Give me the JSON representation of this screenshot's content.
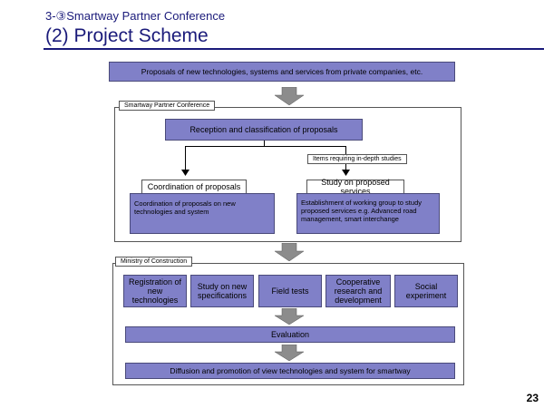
{
  "header": {
    "subtitle": "3-③Smartway Partner Conference",
    "title": "(2) Project Scheme"
  },
  "top_box": "Proposals of new technologies, systems and services from private companies, etc.",
  "conference": {
    "label": "Smartway Partner Conference",
    "reception": "Reception and classification of proposals",
    "branch_label": "Items requiring in-depth studies",
    "coordination_title": "Coordination of proposals",
    "coordination_desc": "Coordination of proposals on new technologies and system",
    "study_title": "Study on proposed services",
    "study_desc": "Establishment of working group to study proposed services e.g. Advanced road management, smart interchange"
  },
  "ministry": {
    "label": "Ministry of Construction",
    "boxes": [
      "Registration of new technologies",
      "Study on new specifications",
      "Field tests",
      "Cooperative research and development",
      "Social experiment"
    ],
    "evaluation": "Evaluation",
    "diffusion": "Diffusion and promotion of view technologies and system for smartway"
  },
  "page_number": "23",
  "colors": {
    "box_fill": "#8080c8",
    "arrow_fill": "#8c8c8c",
    "title_color": "#1a1a7a"
  }
}
